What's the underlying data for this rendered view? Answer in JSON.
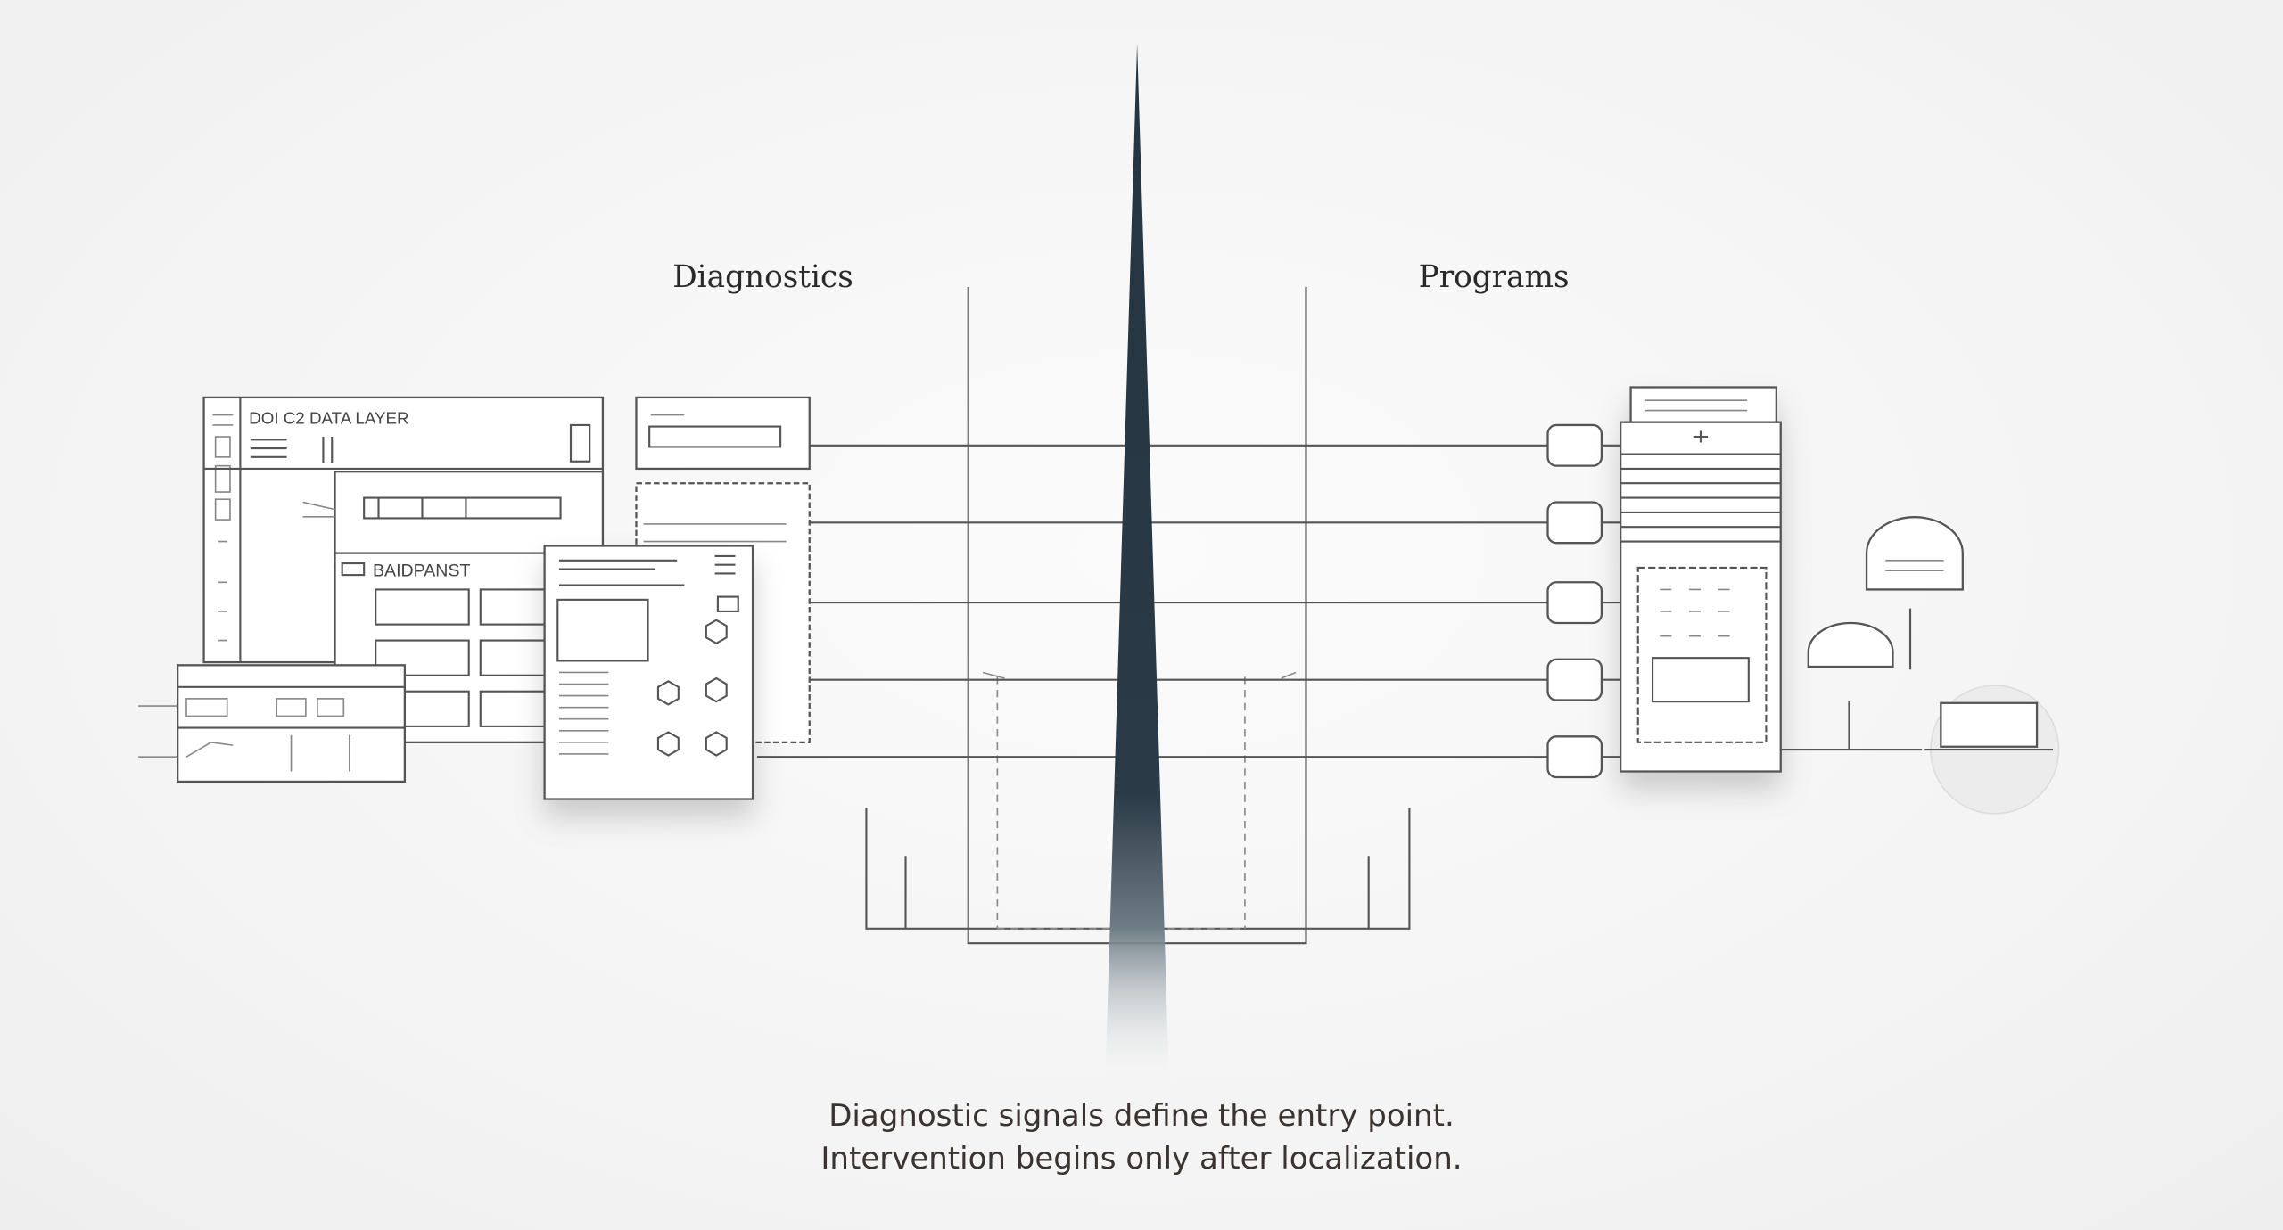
{
  "headings": {
    "left": "Diagnostics",
    "right": "Programs"
  },
  "left_panels": {
    "data_layer_title": "DOI C2 DATA LAYER",
    "dashboard_title": "BAIDPANST"
  },
  "caption": {
    "line1": "Diagnostic signals define the entry point.",
    "line2": "Intervention begins only after localization."
  },
  "colors": {
    "spike": "#243440",
    "line": "#555555",
    "background": "#f6f6f6"
  }
}
